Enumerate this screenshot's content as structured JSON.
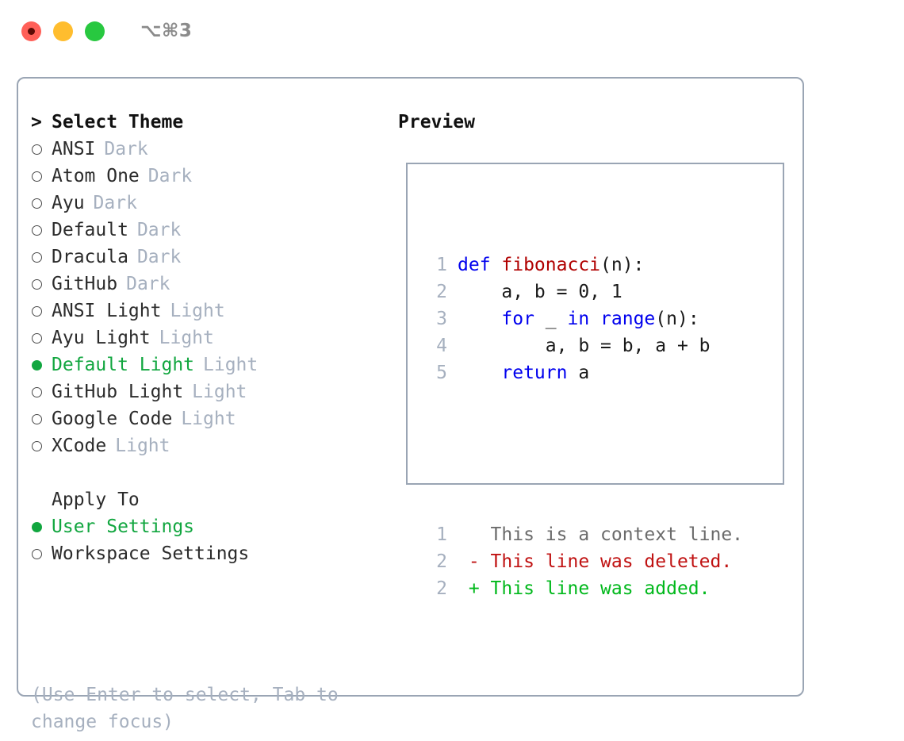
{
  "window": {
    "shortcut": "⌥⌘3",
    "traffic_lights": [
      {
        "name": "close",
        "color": "#ff6058"
      },
      {
        "name": "minimize",
        "color": "#ffbd2e"
      },
      {
        "name": "maximize",
        "color": "#28c840"
      }
    ]
  },
  "colors": {
    "accent_green": "#11a63f",
    "muted": "#a6b0bf",
    "border": "#9aa5b4",
    "keyword_blue": "#0000ee",
    "function_red": "#b00000",
    "diff_add": "#00b81b",
    "diff_del": "#c01212"
  },
  "theme_picker": {
    "heading_marker": ">",
    "heading": "Select Theme",
    "items": [
      {
        "marker": "o",
        "name": "ANSI",
        "badge": "Dark",
        "selected": false
      },
      {
        "marker": "o",
        "name": "Atom One",
        "badge": "Dark",
        "selected": false
      },
      {
        "marker": "o",
        "name": "Ayu",
        "badge": "Dark",
        "selected": false
      },
      {
        "marker": "o",
        "name": "Default",
        "badge": "Dark",
        "selected": false
      },
      {
        "marker": "o",
        "name": "Dracula",
        "badge": "Dark",
        "selected": false
      },
      {
        "marker": "o",
        "name": "GitHub",
        "badge": "Dark",
        "selected": false
      },
      {
        "marker": "o",
        "name": "ANSI Light",
        "badge": "Light",
        "selected": false
      },
      {
        "marker": "o",
        "name": "Ayu Light",
        "badge": "Light",
        "selected": false
      },
      {
        "marker": "●",
        "name": "Default Light",
        "badge": "Light",
        "selected": true
      },
      {
        "marker": "o",
        "name": "GitHub Light",
        "badge": "Light",
        "selected": false
      },
      {
        "marker": "o",
        "name": "Google Code",
        "badge": "Light",
        "selected": false
      },
      {
        "marker": "o",
        "name": "XCode",
        "badge": "Light",
        "selected": false
      }
    ]
  },
  "apply_to": {
    "heading": "Apply To",
    "items": [
      {
        "marker": "●",
        "name": "User Settings",
        "selected": true
      },
      {
        "marker": "o",
        "name": "Workspace Settings",
        "selected": false
      }
    ]
  },
  "hint": "(Use Enter to select, Tab to change focus)",
  "preview": {
    "title": "Preview",
    "code_lines": [
      {
        "num": "1",
        "segments": [
          {
            "text": "def ",
            "style": "kw"
          },
          {
            "text": "fibonacci",
            "style": "fn"
          },
          {
            "text": "(n):",
            "style": "plain"
          }
        ]
      },
      {
        "num": "2",
        "segments": [
          {
            "text": "    a, b = 0, 1",
            "style": "plain"
          }
        ]
      },
      {
        "num": "3",
        "segments": [
          {
            "text": "    ",
            "style": "plain"
          },
          {
            "text": "for ",
            "style": "kw"
          },
          {
            "text": "_ ",
            "style": "plain"
          },
          {
            "text": "in ",
            "style": "kw"
          },
          {
            "text": "range",
            "style": "kw"
          },
          {
            "text": "(n):",
            "style": "plain"
          }
        ]
      },
      {
        "num": "4",
        "segments": [
          {
            "text": "        a, b = b, a + b",
            "style": "plain"
          }
        ]
      },
      {
        "num": "5",
        "segments": [
          {
            "text": "    ",
            "style": "plain"
          },
          {
            "text": "return ",
            "style": "kw"
          },
          {
            "text": "a",
            "style": "plain"
          }
        ]
      }
    ],
    "diff_lines": [
      {
        "num": "1",
        "sign": " ",
        "text": "This is a context line.",
        "kind": "context"
      },
      {
        "num": "2",
        "sign": "-",
        "text": "This line was deleted.",
        "kind": "deleted"
      },
      {
        "num": "2",
        "sign": "+",
        "text": "This line was added.",
        "kind": "added"
      }
    ]
  }
}
